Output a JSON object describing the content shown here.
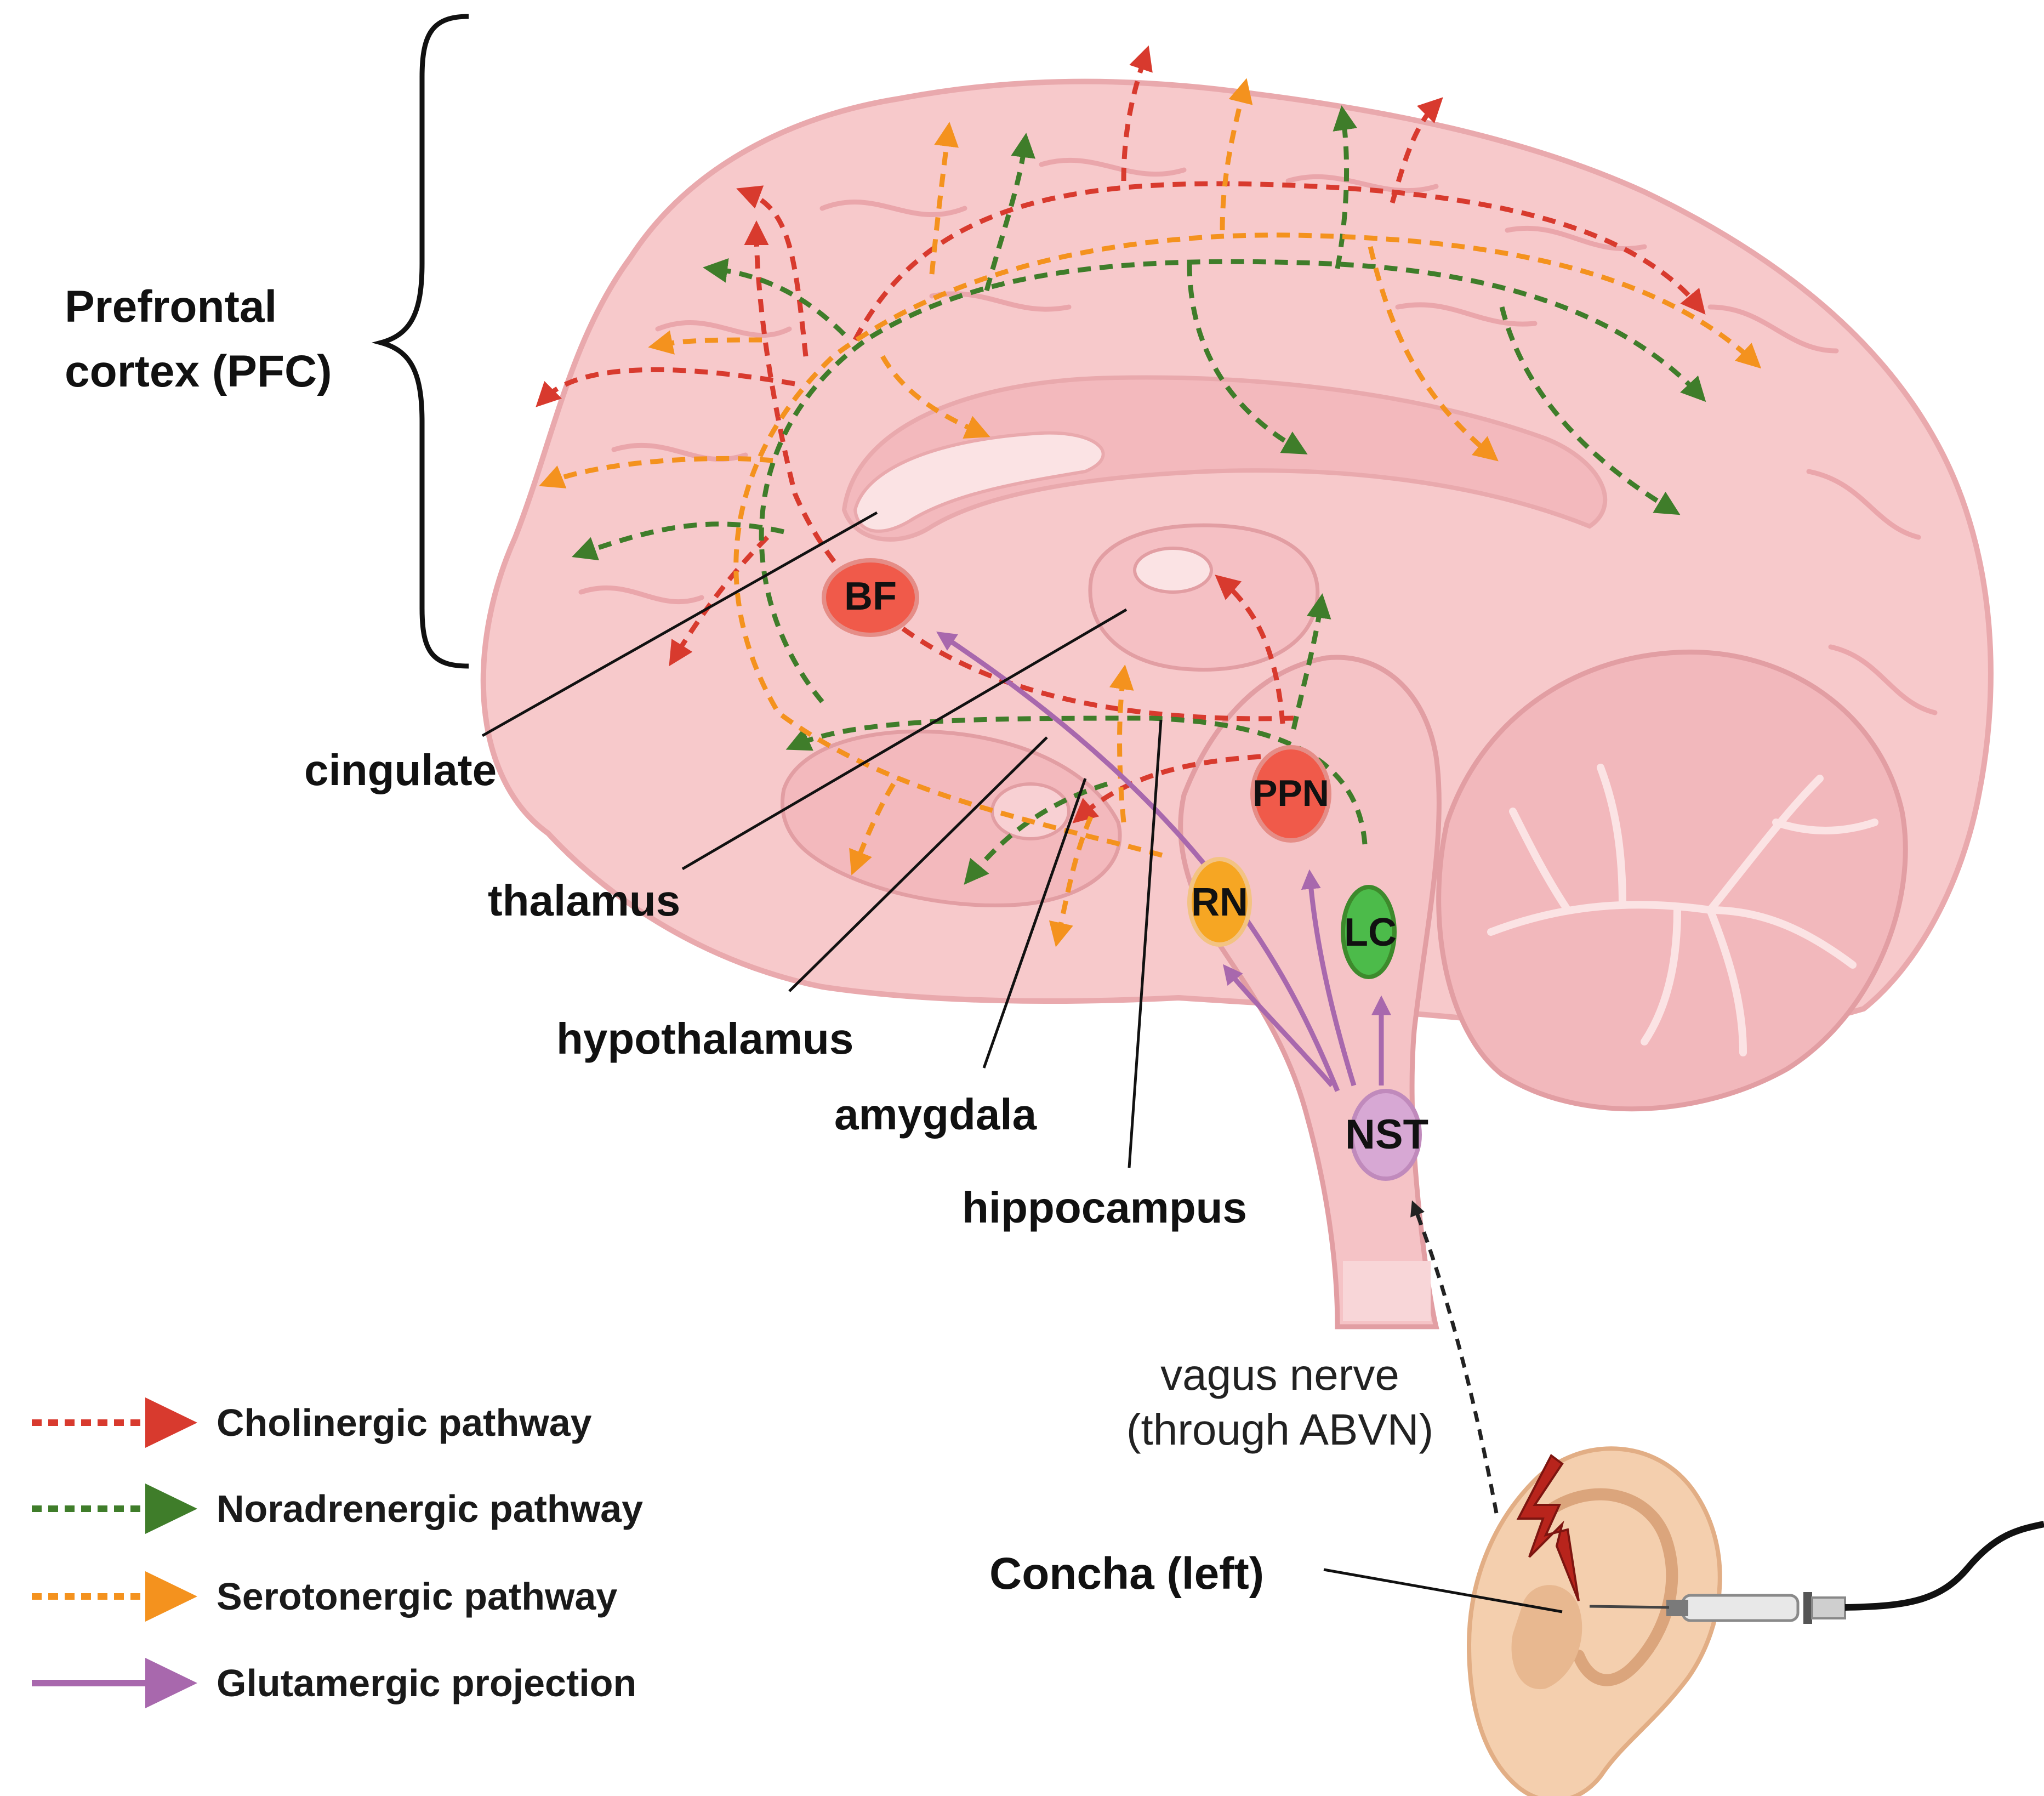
{
  "labels": {
    "pfc_line1": "Prefrontal",
    "pfc_line2": "cortex (PFC)",
    "cingulate": "cingulate",
    "thalamus": "thalamus",
    "hypothalamus": "hypothalamus",
    "amygdala": "amygdala",
    "hippocampus": "hippocampus",
    "vagus_line1": "vagus nerve",
    "vagus_line2": "(through ABVN)",
    "concha": "Concha (left)"
  },
  "nuclei": {
    "bf": "BF",
    "ppn": "PPN",
    "rn": "RN",
    "lc": "LC",
    "nst": "NST"
  },
  "legend": [
    {
      "label": "Cholinergic pathway",
      "color": "#d83a2e",
      "style": "dashed"
    },
    {
      "label": "Noradrenergic pathway",
      "color": "#3f7d2a",
      "style": "dashed"
    },
    {
      "label": "Serotonergic pathway",
      "color": "#f4921e",
      "style": "dashed"
    },
    {
      "label": "Glutamergic projection",
      "color": "#a868ad",
      "style": "solid"
    }
  ],
  "colors": {
    "cholinergic": "#d83a2e",
    "noradrenergic": "#3f7d2a",
    "serotonergic": "#f4921e",
    "glutamergic": "#a868ad",
    "brain": "#f7c9cb",
    "ear": "#f4cfae"
  }
}
